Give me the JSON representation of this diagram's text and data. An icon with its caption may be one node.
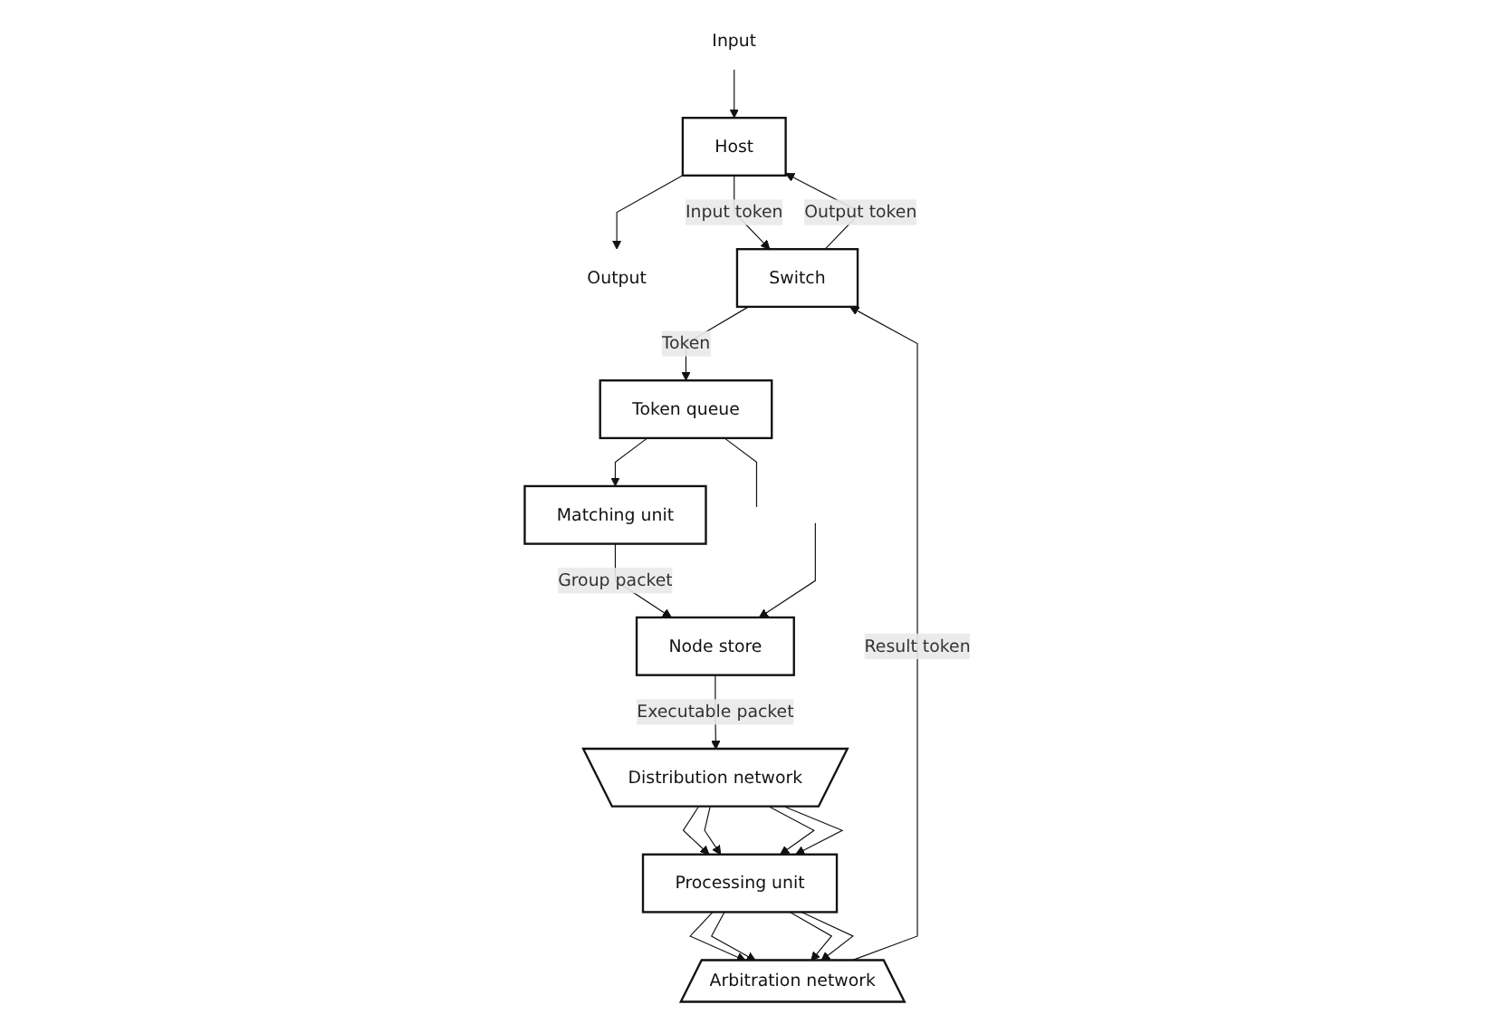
{
  "diagram": {
    "nodes": [
      {
        "text": [
          "Input"
        ]
      },
      {
        "text": [
          "Host"
        ]
      },
      {
        "text": [
          "Output"
        ]
      },
      {
        "text": [
          "Switch"
        ]
      },
      {
        "text": [
          "Token queue"
        ]
      },
      {
        "text": [
          "Arbitration network"
        ]
      },
      {
        "text": [
          "Processing unit"
        ]
      },
      {
        "text": [
          "Distribution network"
        ]
      },
      {
        "text": [
          "Matching unit"
        ]
      },
      {
        "text": [
          "Node store"
        ]
      }
    ],
    "edges": [
      {
        "from": 0,
        "to": 1,
        "arrow": "to"
      },
      {
        "from": 1,
        "to": 2,
        "arrow": "to"
      },
      {
        "from": 1,
        "to": 3,
        "arrow": "to",
        "label": "Input token"
      },
      {
        "from": 3,
        "to": 1,
        "arrow": "to",
        "label": "Output token"
      },
      {
        "from": 5,
        "to": 3,
        "arrow": "to",
        "label": "Result token"
      },
      {
        "from": 3,
        "to": 4,
        "arrow": "to",
        "label": "Token"
      },
      {
        "from": 4,
        "to": 8,
        "arrow": "to"
      },
      {
        "from": 4,
        "to": null,
        "arrow": "none"
      },
      {
        "from": 8,
        "to": 9,
        "arrow": "to",
        "label": "Group packet"
      },
      {
        "from": null,
        "to": 9,
        "arrow": "to"
      },
      {
        "from": 9,
        "to": 7,
        "arrow": "to",
        "label": "Executable packet"
      },
      {
        "from": 7,
        "to": 6,
        "arrow": "to"
      },
      {
        "from": 7,
        "to": 6,
        "arrow": "to"
      },
      {
        "from": 7,
        "to": 6,
        "arrow": "to"
      },
      {
        "from": 7,
        "to": 6,
        "arrow": "to"
      },
      {
        "from": 6,
        "to": 5,
        "arrow": "to"
      },
      {
        "from": 6,
        "to": 5,
        "arrow": "to"
      },
      {
        "from": 6,
        "to": 5,
        "arrow": "to"
      },
      {
        "from": 6,
        "to": 5,
        "arrow": "to"
      }
    ]
  }
}
